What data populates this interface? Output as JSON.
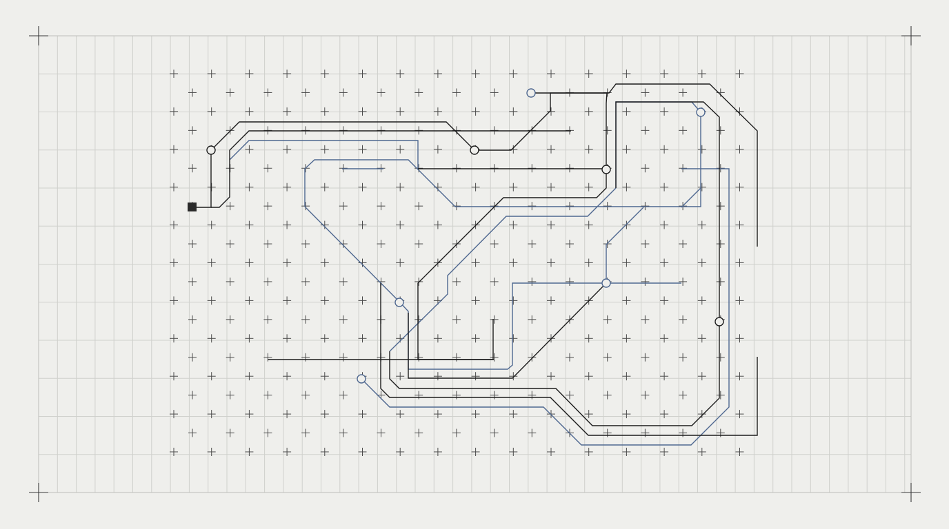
{
  "colors": {
    "background": "#efefec",
    "grid_line": "#cfd0cc",
    "grid_border": "#bdbeba",
    "plus_marker": "#4a4a4a",
    "corner_mark": "#3a3a3a",
    "trace_black": "#1d1d1d",
    "trace_blue": "#4f6890",
    "terminal_square": "#2a2a2a"
  },
  "diagram": {
    "icon": "circuit-trace-diagram",
    "trace_count": {
      "black": 6,
      "blue": 6
    },
    "node_count": 11
  }
}
